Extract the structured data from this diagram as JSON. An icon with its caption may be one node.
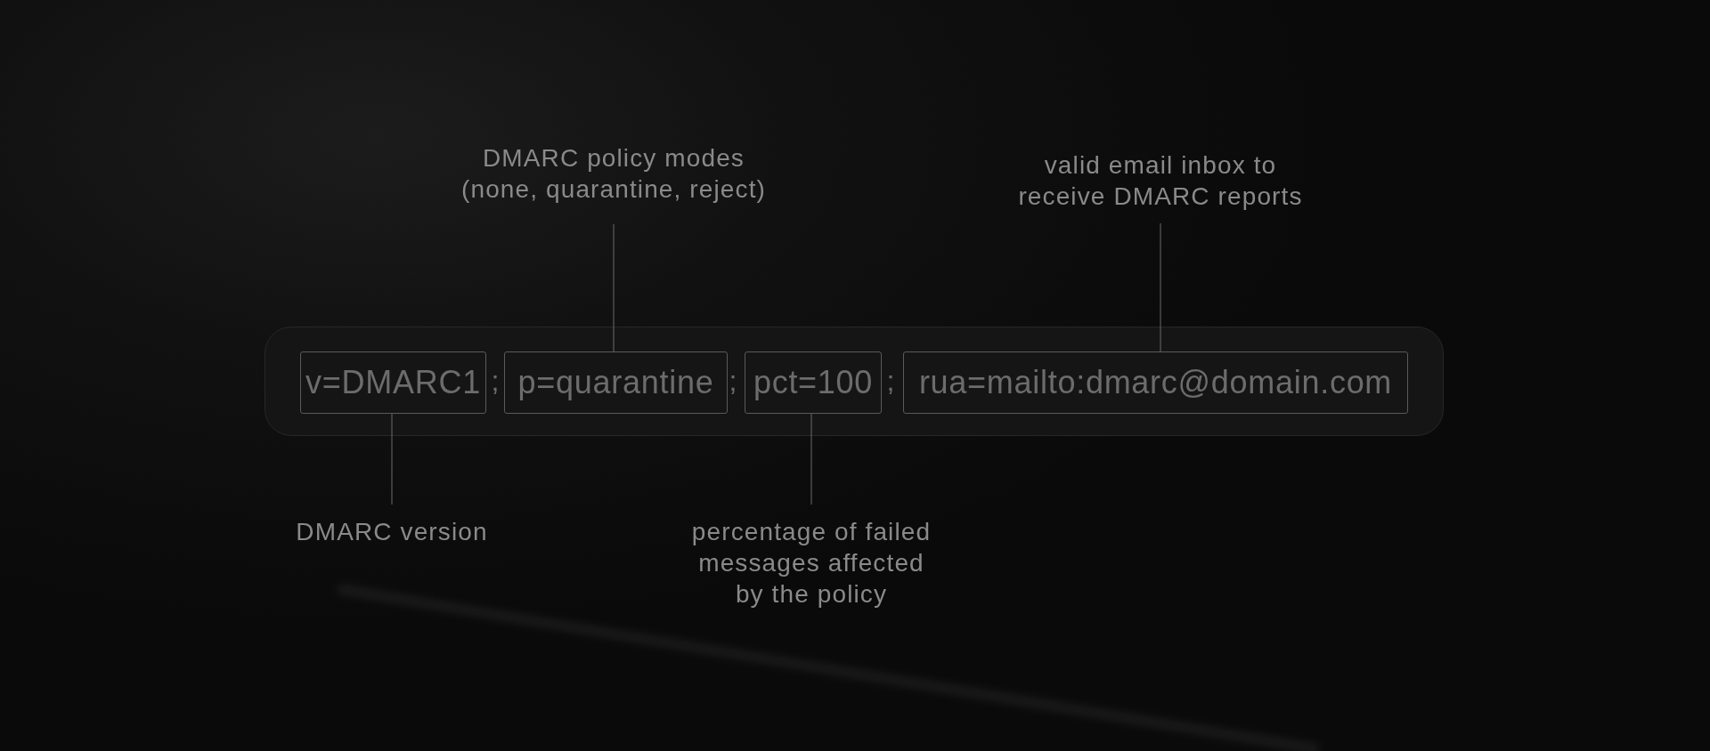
{
  "diagram": {
    "nodes": [
      {
        "text": [
          "DMARC policy modes (none, quarantine, reject)"
        ]
      },
      {
        "text": [
          "valid email inbox to receive DMARC reports"
        ]
      },
      {
        "text": [],
        "shape": "box"
      },
      {
        "text": [
          "v=DMARC1"
        ],
        "in": 2
      },
      {
        "text": [
          "p=quarantine"
        ],
        "in": 2
      },
      {
        "text": [
          "pct=100"
        ],
        "in": 2
      },
      {
        "text": [
          "rua=mailto:dmarc@domain.com"
        ],
        "in": 2
      },
      {
        "text": [
          "DMARC version"
        ]
      },
      {
        "text": [
          "percentage of failed messages affected by the policy"
        ]
      }
    ],
    "edges": [
      {
        "from": 0,
        "to": 4,
        "arrow": "none"
      },
      {
        "from": 1,
        "to": 6,
        "arrow": "none"
      },
      {
        "from": 7,
        "to": 3,
        "arrow": "none"
      },
      {
        "from": 8,
        "to": 5,
        "arrow": "none"
      }
    ],
    "labels": [
      ";",
      ";",
      ";"
    ]
  }
}
